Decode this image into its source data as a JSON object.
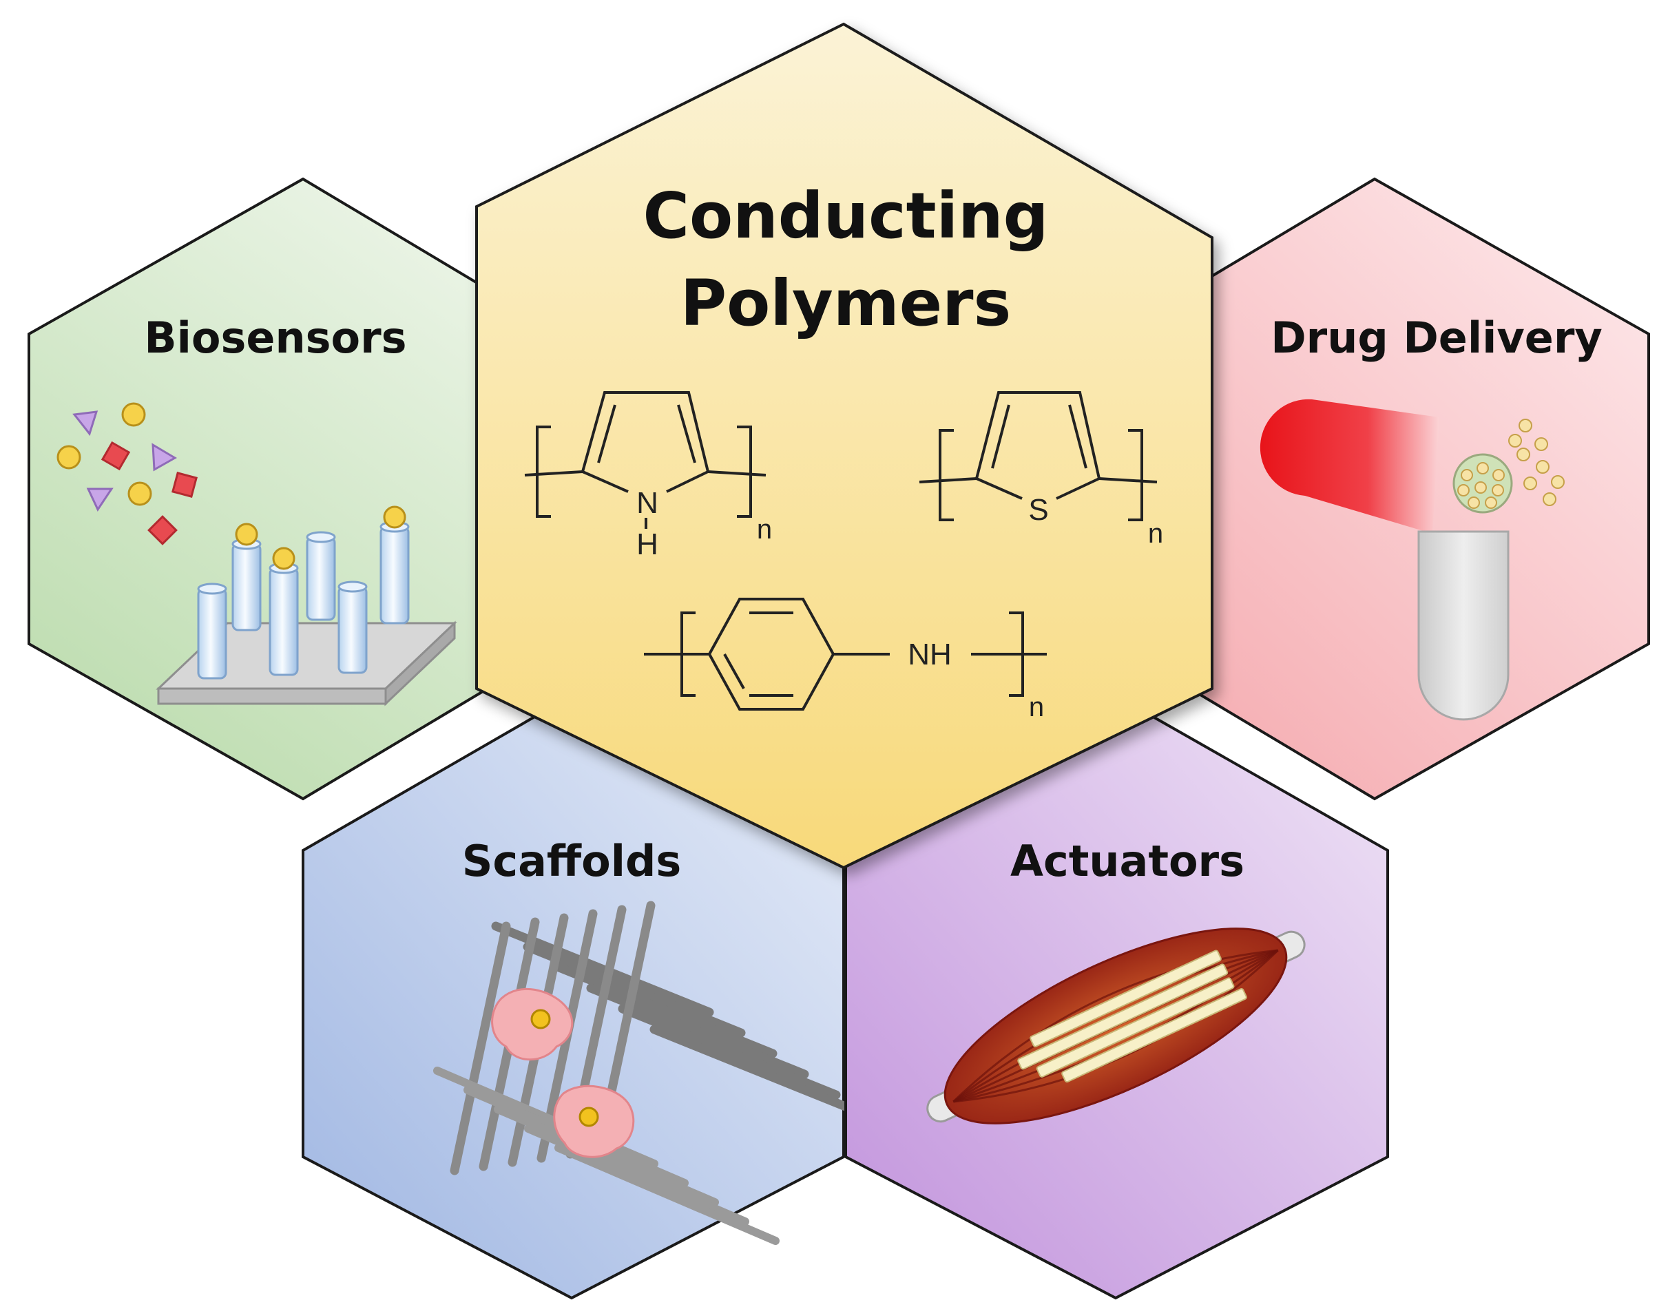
{
  "center": {
    "title_line1": "Conducting",
    "title_line2": "Polymers",
    "color_top": "#fbf3d6",
    "color_bottom": "#f8d97a",
    "formulas": {
      "pyrrole_atom": "N",
      "pyrrole_h": "H",
      "thiophene_atom": "S",
      "aniline_group": "NH",
      "repeat_subscript": "n"
    }
  },
  "biosensors": {
    "label": "Biosensors",
    "color_light": "#eef6ea",
    "color_dark": "#bcdcae"
  },
  "drug_delivery": {
    "label": "Drug Delivery",
    "color_light": "#fde8ea",
    "color_dark": "#f5a9ae"
  },
  "scaffolds": {
    "label": "Scaffolds",
    "color_light": "#e6ecf8",
    "color_dark": "#9fb6e2"
  },
  "actuators": {
    "label": "Actuators",
    "color_light": "#efe4f6",
    "color_dark": "#c192dc"
  }
}
